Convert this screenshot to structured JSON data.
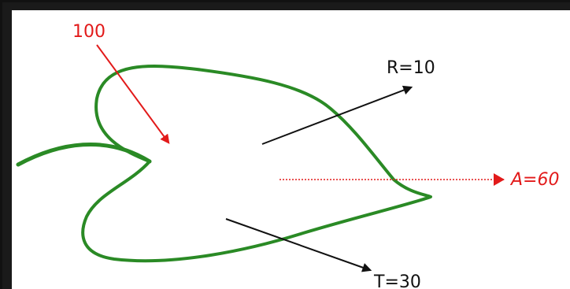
{
  "labels": {
    "incident": "100",
    "reflected": "R=10",
    "absorbed": "A=60",
    "transmitted": "T=30"
  },
  "colors": {
    "leaf_outline": "#2a8a25",
    "incident_arrow": "#e21a1a",
    "absorbed_arrow": "#e21a1a",
    "reflected_arrow": "#111111",
    "transmitted_arrow": "#111111"
  }
}
